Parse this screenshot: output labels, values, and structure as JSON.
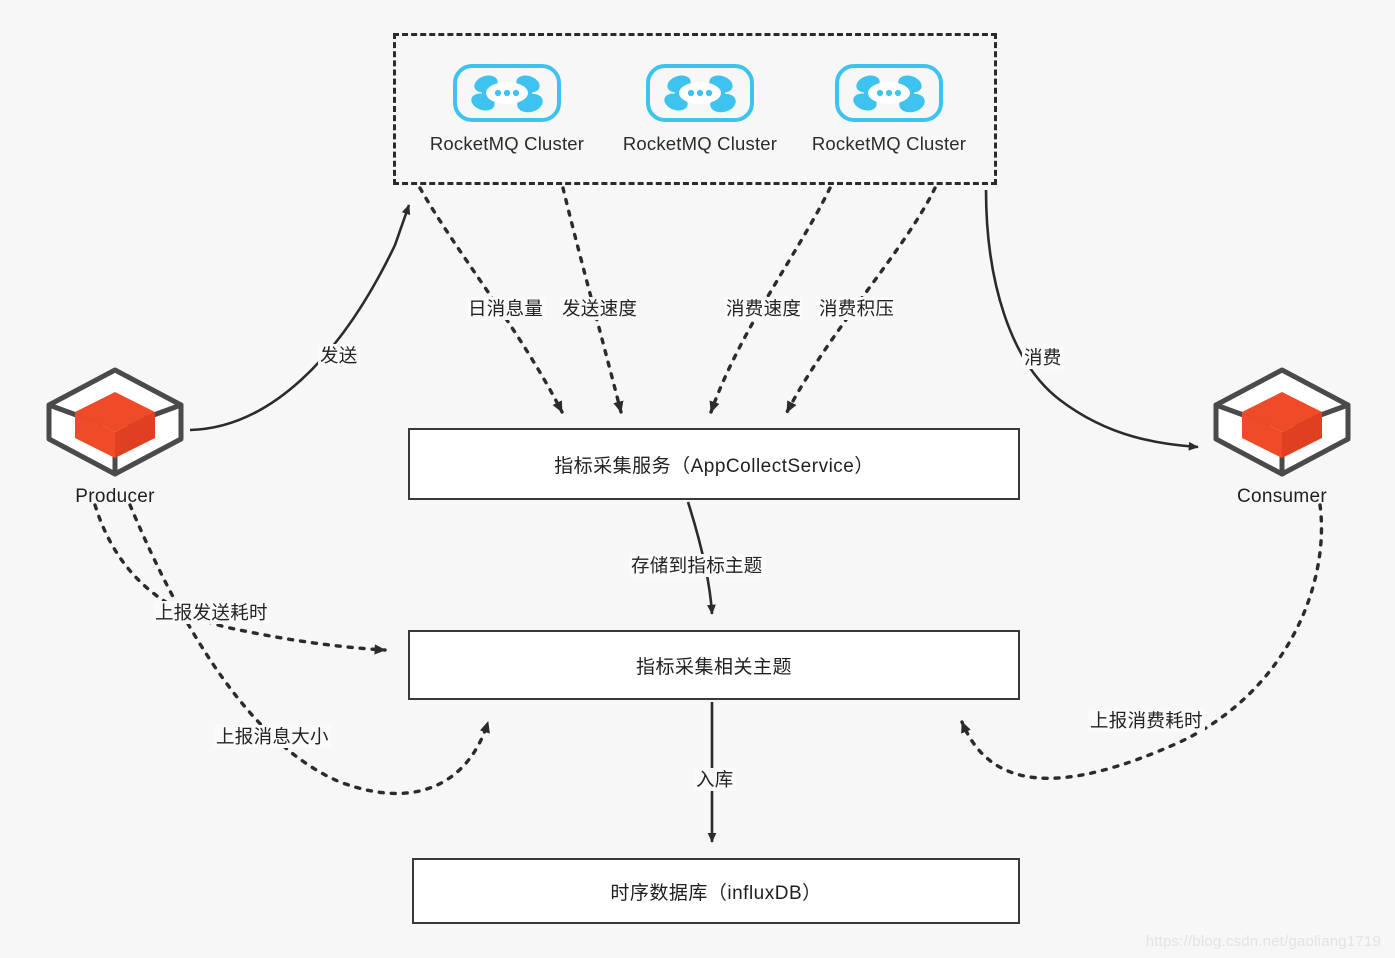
{
  "page": {
    "background": "#f7f7f7",
    "watermark": "https://blog.csdn.net/gaoliang1719"
  },
  "colors": {
    "stroke": "#2b2b2b",
    "box_border": "#3a3a3a",
    "box_fill": "#ffffff",
    "mq_blue": "#3ec3f0",
    "cube_orange": "#f04b28",
    "cube_outline": "#4a4a4a",
    "text": "#1f1f1f",
    "watermark": "#e3e3e3"
  },
  "cluster_group": {
    "name": "rocketmq-cluster-group",
    "border_style": "dashed",
    "nodes": [
      {
        "label": "RocketMQ Cluster",
        "icon": "rocketmq-logo-icon"
      },
      {
        "label": "RocketMQ Cluster",
        "icon": "rocketmq-logo-icon"
      },
      {
        "label": "RocketMQ Cluster",
        "icon": "rocketmq-logo-icon"
      }
    ]
  },
  "endpoints": {
    "producer": {
      "label": "Producer",
      "icon": "package-cube-icon"
    },
    "consumer": {
      "label": "Consumer",
      "icon": "package-cube-icon"
    }
  },
  "boxes": {
    "collect_service": "指标采集服务（AppCollectService）",
    "metrics_topic": "指标采集相关主题",
    "influx_db": "时序数据库（influxDB）"
  },
  "edge_labels": {
    "send": "发送",
    "consume": "消费",
    "daily_message_volume": "日消息量",
    "send_speed": "发送速度",
    "consume_speed": "消费速度",
    "consume_backlog": "消费积压",
    "store_to_topic": "存储到指标主题",
    "into_db": "入库",
    "report_send_cost": "上报发送耗时",
    "report_message_size": "上报消息大小",
    "report_consume_cost": "上报消费耗时"
  }
}
